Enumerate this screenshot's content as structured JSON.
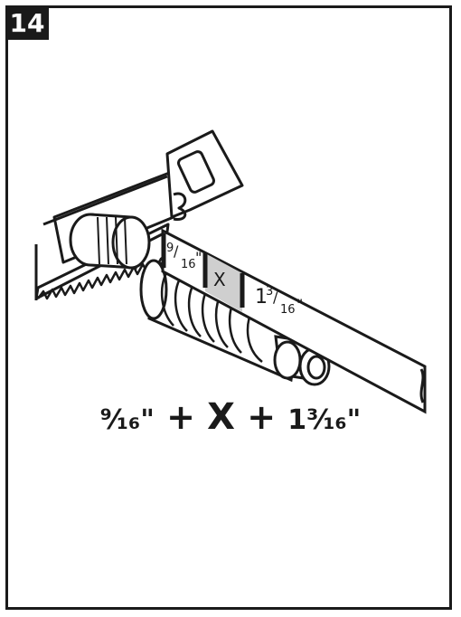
{
  "step": {
    "number": "14"
  },
  "ruler": {
    "left_numerator": "9",
    "left_denominator": "16",
    "left_inch": "\"",
    "middle_label": "X",
    "right_whole": "1",
    "right_numerator": "3",
    "right_denominator": "16",
    "right_inch": "\""
  },
  "formula": {
    "term1": "⁹⁄₁₆\"",
    "plus1": "+",
    "term2": "X",
    "plus2": "+",
    "term3": "1³⁄₁₆\""
  },
  "icons": [
    "hacksaw-icon",
    "pipe-icon",
    "ruler-icon"
  ],
  "colors": {
    "ink": "#1a1a1a",
    "highlight": "#cfcfcf",
    "paper": "#ffffff"
  }
}
